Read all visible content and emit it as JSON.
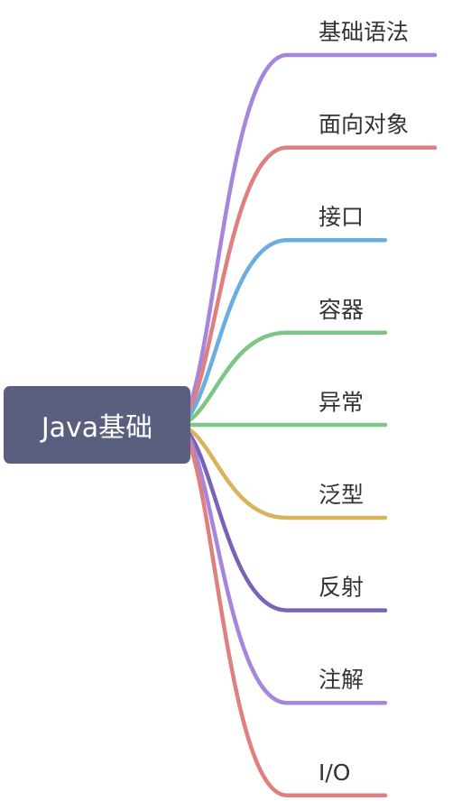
{
  "root": {
    "label": "Java基础",
    "color": "#5a5f80"
  },
  "branches": [
    {
      "label": "基础语法",
      "color": "#a586dc"
    },
    {
      "label": "面向对象",
      "color": "#e07f7f"
    },
    {
      "label": "接口",
      "color": "#6aaee0"
    },
    {
      "label": "容器",
      "color": "#7cc585"
    },
    {
      "label": "异常",
      "color": "#7cc585"
    },
    {
      "label": "泛型",
      "color": "#d9b35a"
    },
    {
      "label": "反射",
      "color": "#7a63b5"
    },
    {
      "label": "注解",
      "color": "#a586dc"
    },
    {
      "label": "I/O",
      "color": "#e07f7f"
    }
  ]
}
